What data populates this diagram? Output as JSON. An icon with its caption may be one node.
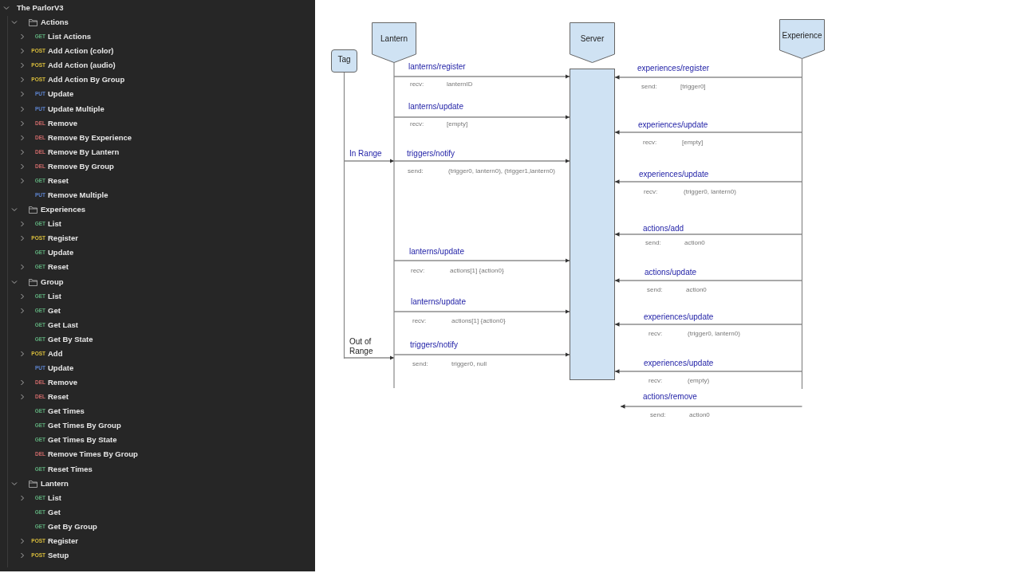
{
  "diagram": {
    "nodes": [
      {
        "text": [
          "Tag"
        ]
      },
      {
        "text": [
          "Lantern"
        ]
      },
      {
        "text": [
          "Server"
        ]
      },
      {
        "text": [
          "Experience"
        ]
      },
      {
        "text": [],
        "shape": "bar"
      }
    ],
    "edges": [
      {
        "from": 1,
        "to": 4,
        "arrow": "to",
        "label": "lanterns/register"
      },
      {
        "from": 1,
        "to": 4,
        "arrow": "to",
        "label": "lanterns/update"
      },
      {
        "from": 0,
        "to": 1,
        "arrow": "to",
        "label": "In Range"
      },
      {
        "from": 1,
        "to": 4,
        "arrow": "to",
        "label": "triggers/notify"
      },
      {
        "from": 1,
        "to": 4,
        "arrow": "to",
        "label": "lanterns/update"
      },
      {
        "from": 1,
        "to": 4,
        "arrow": "to",
        "label": "lanterns/update"
      },
      {
        "from": 0,
        "to": 1,
        "arrow": "to",
        "label": "Out of Range"
      },
      {
        "from": 1,
        "to": 4,
        "arrow": "to",
        "label": "triggers/notify"
      },
      {
        "from": 3,
        "to": 4,
        "arrow": "to",
        "label": "experiences/register"
      },
      {
        "from": 3,
        "to": 4,
        "arrow": "to",
        "label": "experiences/update"
      },
      {
        "from": 3,
        "to": 4,
        "arrow": "to",
        "label": "experiences/update"
      },
      {
        "from": 3,
        "to": 4,
        "arrow": "to",
        "label": "actions/add"
      },
      {
        "from": 3,
        "to": 4,
        "arrow": "to",
        "label": "actions/update"
      },
      {
        "from": 3,
        "to": 4,
        "arrow": "to",
        "label": "experiences/update"
      },
      {
        "from": 3,
        "to": 4,
        "arrow": "to",
        "label": "experiences/update"
      },
      {
        "from": 3,
        "to": null,
        "arrow": "to",
        "label": "actions/remove"
      }
    ],
    "labels": [
      "The ParlorV3",
      "Actions",
      "GET",
      "List Actions",
      "POST",
      "Add Action (color)",
      "POST",
      "Add Action (audio)",
      "POST",
      "Add Action By Group",
      "PUT",
      "Update",
      "PUT",
      "Update Multiple",
      "DEL",
      "Remove",
      "DEL",
      "Remove By Experience",
      "DEL",
      "Remove By Lantern",
      "DEL",
      "Remove By Group",
      "GET",
      "Reset",
      "PUT",
      "Remove Multiple",
      "Experiences",
      "GET",
      "List",
      "POST",
      "Register",
      "GET",
      "Update",
      "GET",
      "Reset",
      "Group",
      "GET",
      "List",
      "GET",
      "Get",
      "GET",
      "Get Last",
      "GET",
      "Get By State",
      "POST",
      "Add",
      "PUT",
      "Update",
      "DEL",
      "Remove",
      "DEL",
      "Reset",
      "GET",
      "Get Times",
      "GET",
      "Get Times By Group",
      "GET",
      "Get Times By State",
      "DEL",
      "Remove Times By Group",
      "GET",
      "Reset Times",
      "Lantern",
      "GET",
      "List",
      "GET",
      "Get",
      "GET",
      "Get By Group",
      "POST",
      "Register",
      "POST",
      "Setup",
      "recv:",
      "lanternID",
      "recv:",
      "[empty]",
      "send:",
      "(trigger0, lantern0), (trigger1,lantern0)",
      "recv:",
      "actions[1] {action0}",
      "recv:",
      "actions[1] {action0}",
      "send:",
      "trigger0, null",
      "send:",
      "[trigger0]",
      "recv:",
      "[empty]",
      "recv:",
      "(trigger0, lantern0)",
      "send:",
      "action0",
      "send:",
      "action0",
      "recv:",
      "(trigger0, lantern0)",
      "recv:",
      "(empty)",
      "send:",
      "action0"
    ]
  }
}
